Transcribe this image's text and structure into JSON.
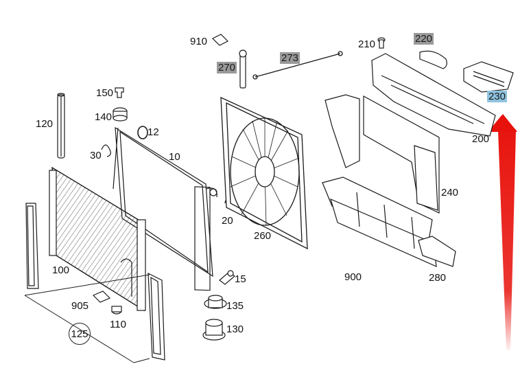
{
  "labels": {
    "l910": "910",
    "l270": "270",
    "l273": "273",
    "l210": "210",
    "l220": "220",
    "l230": "230",
    "l200": "200",
    "l150": "150",
    "l140": "140",
    "l12": "12",
    "l120": "120",
    "l30": "30",
    "l10": "10",
    "l20": "20",
    "l260": "260",
    "l240": "240",
    "l100": "100",
    "l15": "15",
    "l900": "900",
    "l280": "280",
    "l905": "905",
    "l135": "135",
    "l110": "110",
    "l130": "130",
    "l125": "125"
  },
  "colors": {
    "grey_highlight": "#9a9a9a",
    "blue_highlight": "#8fc3df",
    "arrow_red": "#e8120c",
    "line": "#1a1a1a"
  }
}
